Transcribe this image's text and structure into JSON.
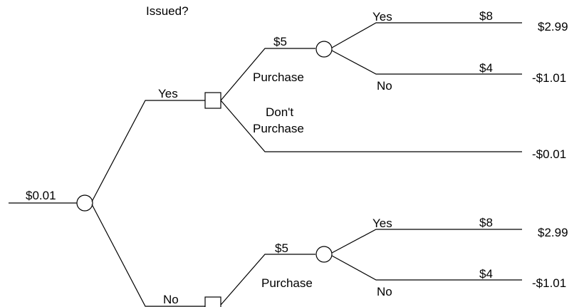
{
  "title": "Issued?",
  "root_value": "$0.01",
  "issued_yes": {
    "label": "Yes",
    "decision": {
      "purchase": {
        "cost": "$5",
        "label": "Purchase",
        "outcome_yes": {
          "label": "Yes",
          "value": "$8",
          "payoff": "$2.99"
        },
        "outcome_no": {
          "label": "No",
          "value": "$4",
          "payoff": "-$1.01"
        }
      },
      "dont_purchase": {
        "label_line1": "Don't",
        "label_line2": "Purchase",
        "payoff": "-$0.01"
      }
    }
  },
  "issued_no": {
    "label": "No",
    "decision": {
      "purchase": {
        "cost": "$5",
        "label": "Purchase",
        "outcome_yes": {
          "label": "Yes",
          "value": "$8",
          "payoff": "$2.99"
        },
        "outcome_no": {
          "label": "No",
          "value": "$4",
          "payoff": "-$1.01"
        }
      }
    }
  }
}
